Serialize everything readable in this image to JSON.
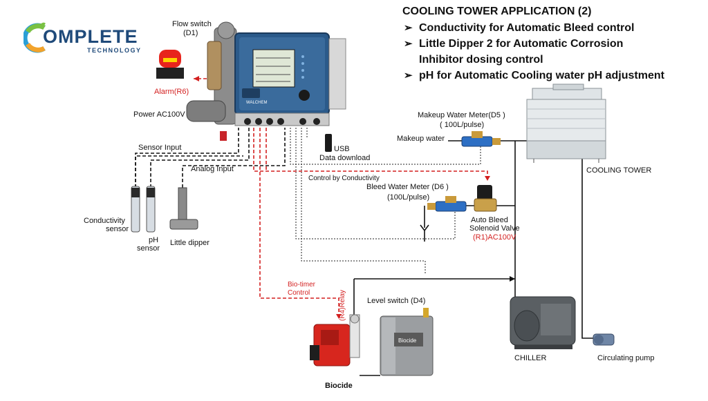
{
  "logo": {
    "main": "OMPLETE",
    "sub": "TECHNOLOGY"
  },
  "header": {
    "title": "COOLING TOWER APPLICATION (2)",
    "bullets": [
      "Conductivity for Automatic Bleed control",
      "Little Dipper 2 for Automatic Corrosion",
      "Inhibitor dosing control",
      "pH for Automatic Cooling water pH adjustment"
    ],
    "bullet_glyph": "➢"
  },
  "labels": {
    "flow_switch": "Flow switch",
    "flow_switch_id": "(D1)",
    "alarm": "Alarm(R6)",
    "power": "Power AC100V",
    "sensor_input": "Sensor Input",
    "analog_input": "Analog Input",
    "usb": "USB",
    "data_download": "Data download",
    "control_by_conductivity": "Control by Conductivity",
    "makeup_meter": "Makeup Water Meter(D5 )",
    "makeup_rate": "( 100L/pulse)",
    "makeup_water": "Makeup water",
    "cooling_tower": "COOLING TOWER",
    "bleed_meter": "Bleed Water Meter (D6 )",
    "bleed_rate": "(100L/pulse)",
    "auto_bleed": "Auto Bleed",
    "solenoid_valve": "Solenoid Valve",
    "solenoid_power": "(R1)AC100V",
    "conductivity_1": "Conductivity",
    "conductivity_2": "sensor",
    "ph_1": "pH",
    "ph_2": "sensor",
    "little_dipper": "Little dipper",
    "bio_timer_1": "Bio-timer",
    "bio_timer_2": "Control",
    "relay": "(R4)Relay",
    "level_switch": "Level switch (D4)",
    "biocide_tank": "Biocide",
    "biocide": "Biocide",
    "chiller": "CHILLER",
    "pump": "Circulating pump",
    "controller_brand": "WALCHEM"
  },
  "colors": {
    "control_red": "#d31f1f",
    "logo_blue": "#1f4a7a",
    "panel_blue": "#2b5a8a"
  }
}
